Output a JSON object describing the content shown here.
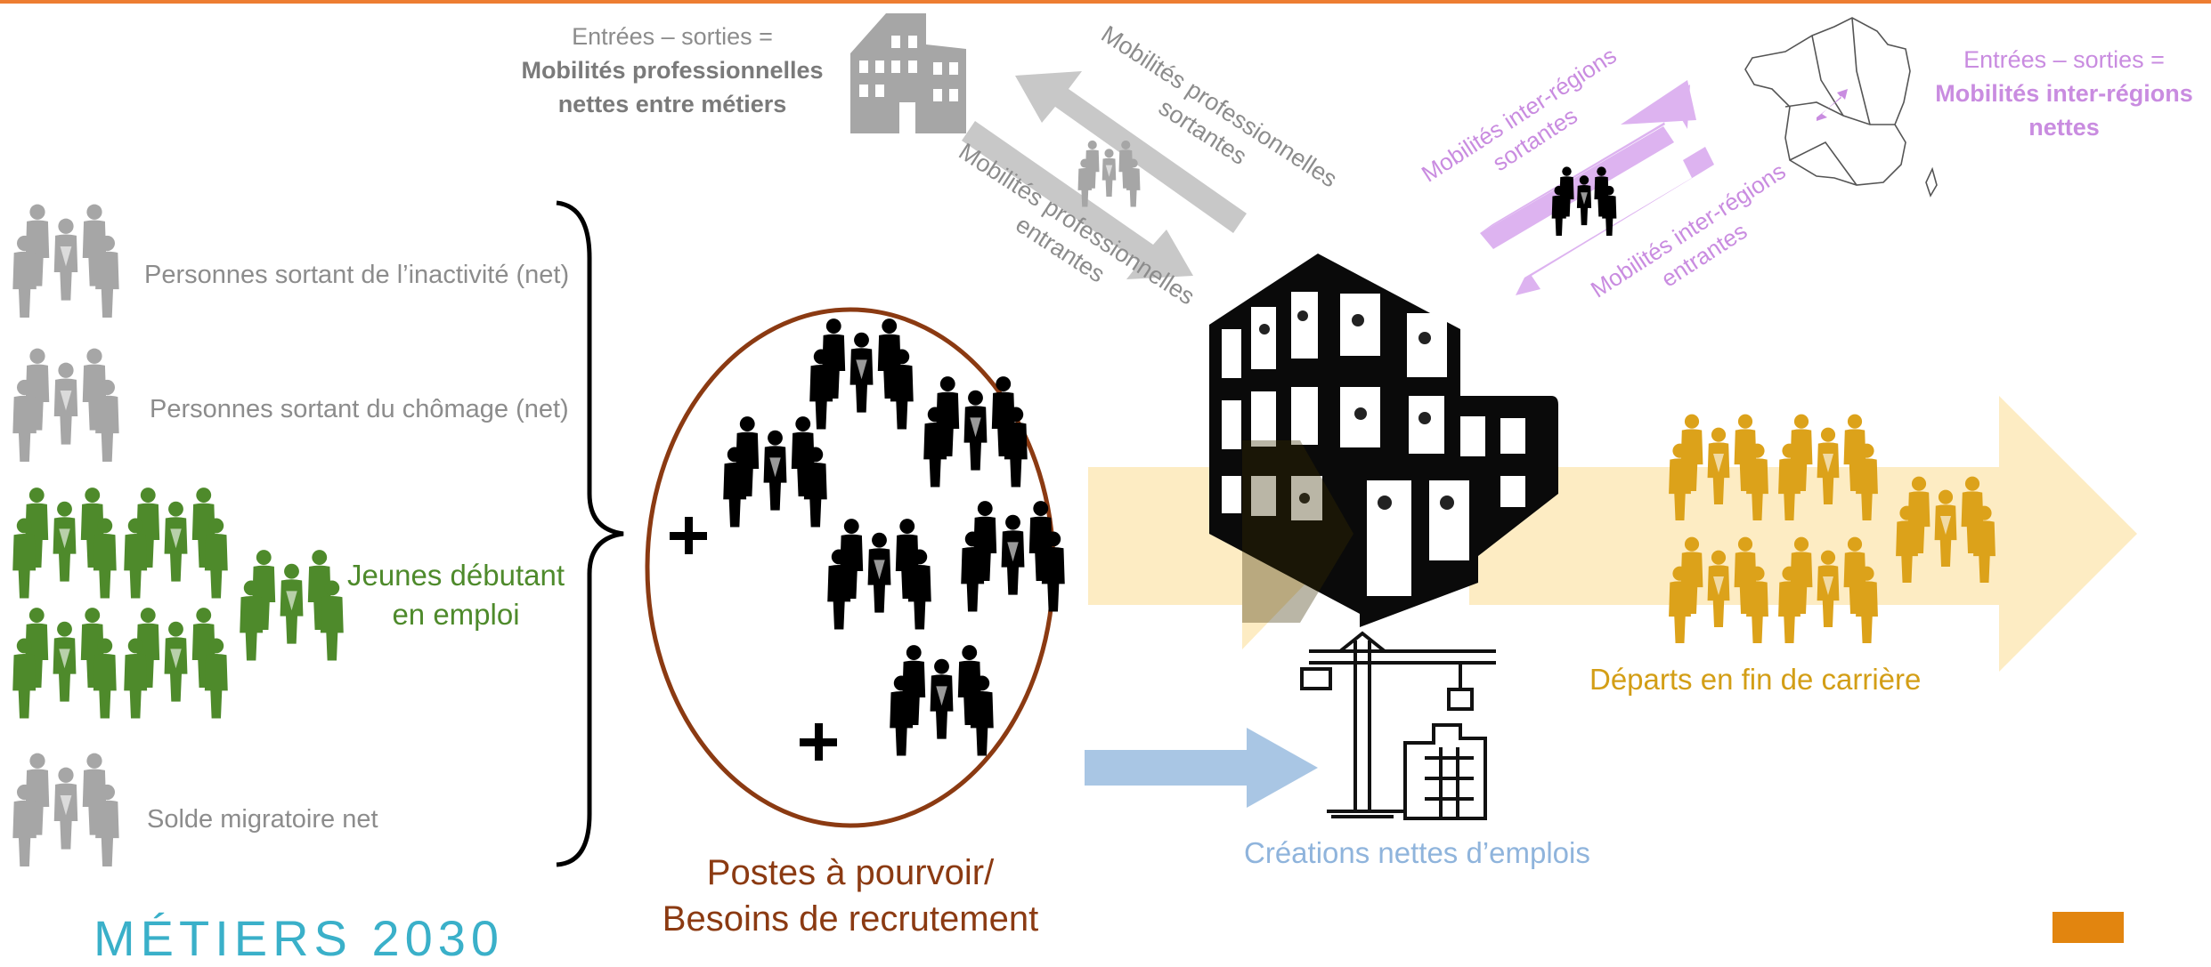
{
  "colors": {
    "top_rule": "#ed7d31",
    "grey_people": "#a6a6a6",
    "green_people": "#4e8a2b",
    "gold_people": "#dca21a",
    "black": "#000000",
    "purple": "#d8a9ee",
    "light_yellow": "#fde9b8",
    "light_blue": "#a9c6e4",
    "brown": "#8b3a12",
    "orange_square": "#e2850f"
  },
  "icons": {
    "people_group": "three-person-group-icon",
    "building": "office-building-icon",
    "crane": "construction-crane-icon",
    "france_map": "france-map-icon",
    "plus": "plus-icon"
  },
  "left": {
    "inactivity": "Personnes sortant de l’inactivité (net)",
    "unemployment": "Personnes sortant du chômage (net)",
    "youth_line1": "Jeunes débutant",
    "youth_line2": "en emploi",
    "migration": "Solde migratoire net"
  },
  "top": {
    "net_line1": "Entrées – sorties =",
    "net_line2": "Mobilités professionnelles",
    "net_line3": "nettes entre métiers",
    "out_line1": "Mobilités professionnelles",
    "out_line2": "sortantes",
    "in_line1": "Mobilités professionnelles",
    "in_line2": "entrantes"
  },
  "regions": {
    "out_line1": "Mobilités inter-régions",
    "out_line2": "sortantes",
    "in_line1": "Mobilités inter-régions",
    "in_line2": "entrantes",
    "net_line1": "Entrées – sorties =",
    "net_line2": "Mobilités inter-régions",
    "net_line3": "nettes"
  },
  "center": {
    "postes_line1": "Postes à pourvoir/",
    "postes_line2": "Besoins de recrutement"
  },
  "right": {
    "departures": "Départs en fin de carrière",
    "creations": "Créations nettes d’emplois"
  },
  "logo": {
    "text": "MÉTIERS 2030"
  }
}
